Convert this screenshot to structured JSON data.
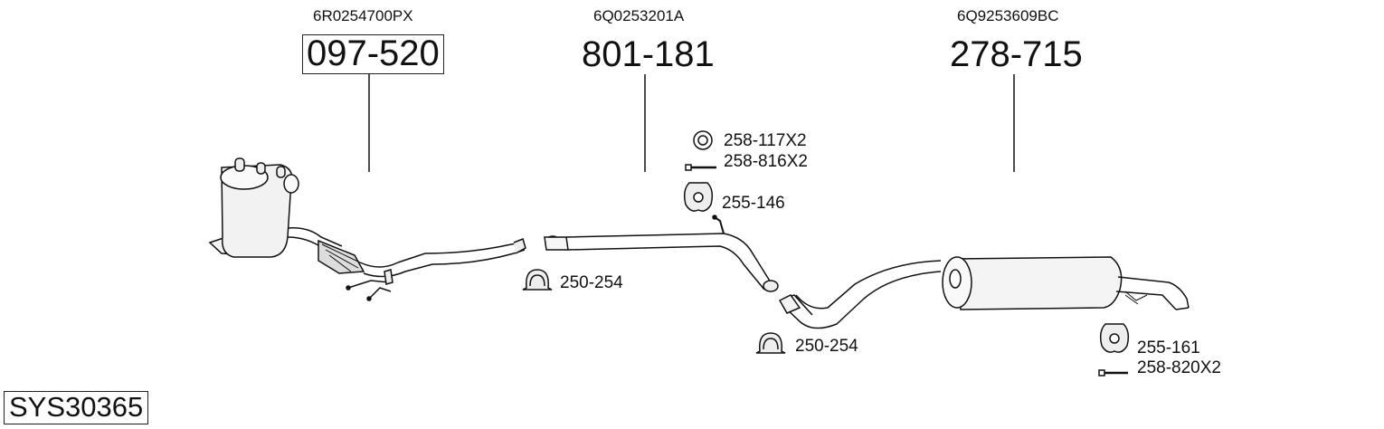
{
  "system_code": "SYS30365",
  "components": [
    {
      "oem": "6R0254700PX",
      "part": "097-520",
      "highlighted": true
    },
    {
      "oem": "6Q0253201A",
      "part": "801-181",
      "highlighted": false
    },
    {
      "oem": "6Q9253609BC",
      "part": "278-715",
      "highlighted": false
    }
  ],
  "accessories": [
    {
      "part": "258-117X2",
      "icon": "ring-gasket-icon"
    },
    {
      "part": "258-816X2",
      "icon": "bolt-icon"
    },
    {
      "part": "255-146",
      "icon": "rubber-hanger-icon"
    },
    {
      "part": "250-254",
      "icon": "pipe-clamp-icon"
    },
    {
      "part": "250-254",
      "icon": "pipe-clamp-icon"
    },
    {
      "part": "255-161",
      "icon": "rubber-hanger-icon"
    },
    {
      "part": "258-820X2",
      "icon": "bolt-icon"
    }
  ]
}
